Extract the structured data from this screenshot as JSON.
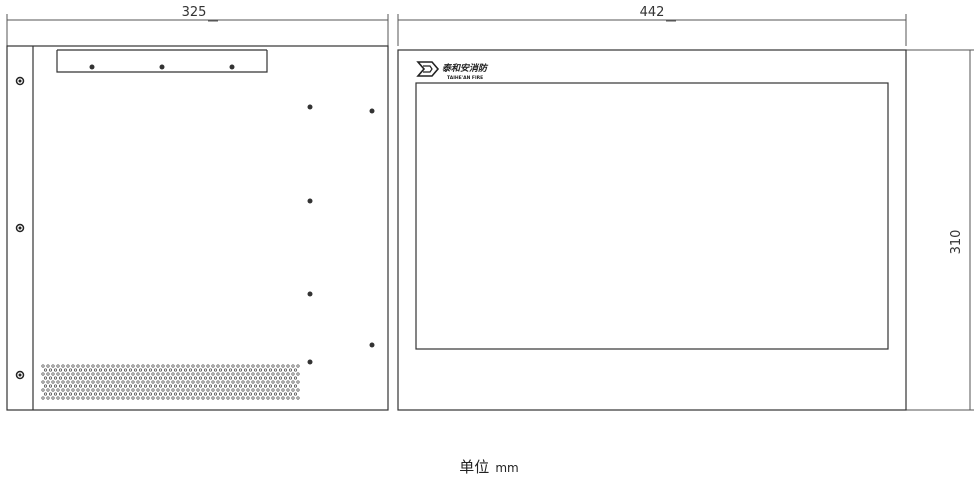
{
  "dimensions": {
    "side_width": "325",
    "front_width": "442",
    "height": "310"
  },
  "logo": {
    "brand_cn": "泰和安消防",
    "brand_en": "TAIHE'AN FIRE"
  },
  "unit": {
    "label": "单位",
    "value": "mm"
  }
}
